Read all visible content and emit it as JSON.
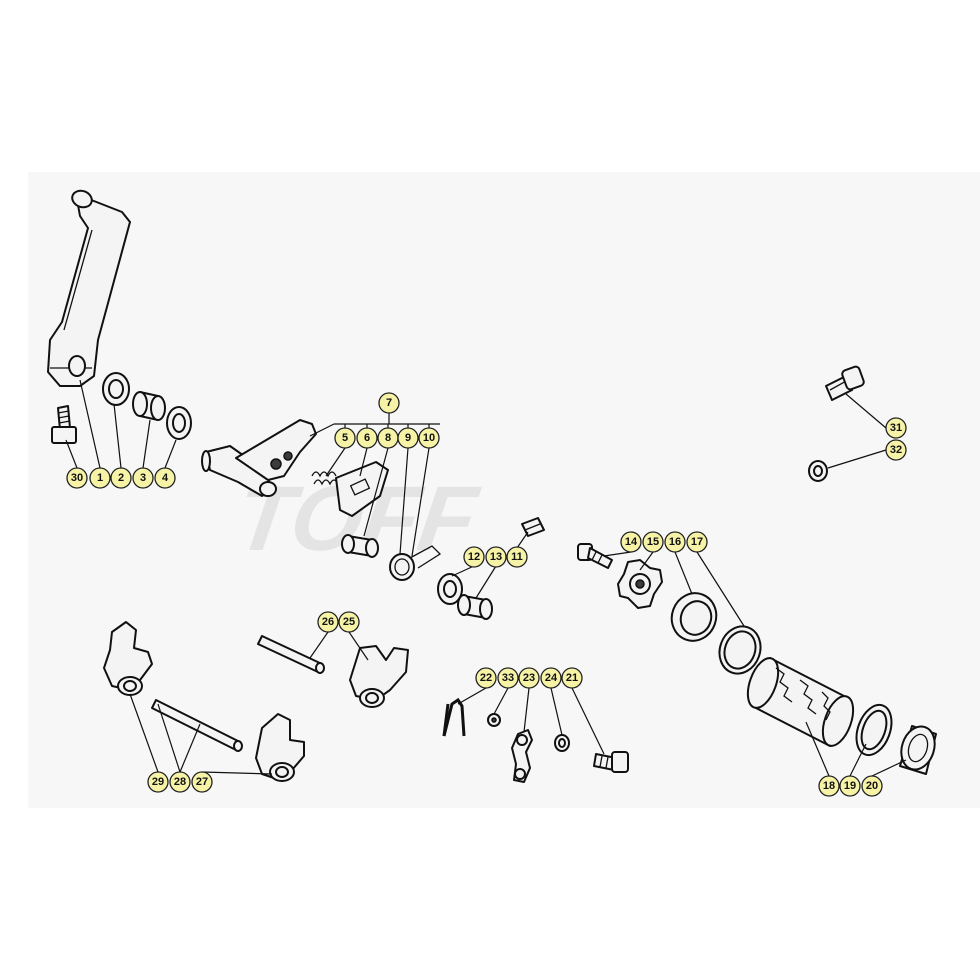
{
  "diagram": {
    "callouts": {
      "c30": "30",
      "c1": "1",
      "c2": "2",
      "c3": "3",
      "c4": "4",
      "c7": "7",
      "c5": "5",
      "c6": "6",
      "c8": "8",
      "c9": "9",
      "c10": "10",
      "c12": "12",
      "c13": "13",
      "c11": "11",
      "c14": "14",
      "c15": "15",
      "c16": "16",
      "c17": "17",
      "c31": "31",
      "c32": "32",
      "c26": "26",
      "c25": "25",
      "c22": "22",
      "c33": "33",
      "c23": "23",
      "c24": "24",
      "c21": "21",
      "c29": "29",
      "c28": "28",
      "c27": "27",
      "c18": "18",
      "c19": "19",
      "c20": "20"
    },
    "watermark": "TOFF"
  },
  "colors": {
    "callout_fill": "#f6f3a6",
    "panel_bg": "#f7f7f7",
    "line": "#111111"
  }
}
